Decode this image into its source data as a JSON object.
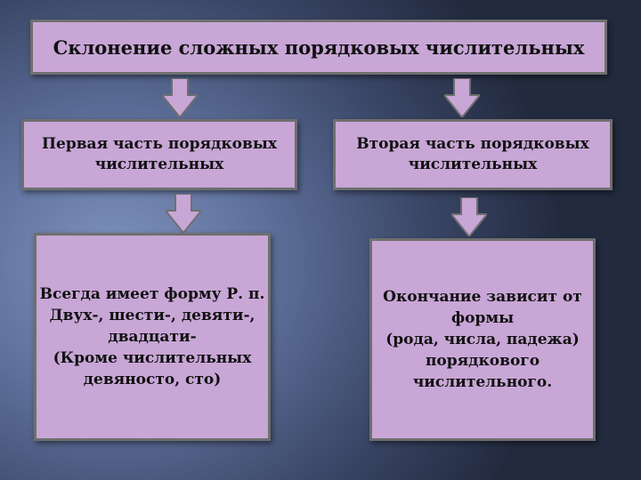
{
  "diagram": {
    "title": "Склонение сложных порядковых числительных",
    "left_branch": {
      "heading": "Первая часть порядковых\nчислительных",
      "detail": "Всегда имеет форму Р. п.\nДвух-, шести-, девяти-, двадцати-\n(Кроме числительных девяносто, сто)"
    },
    "right_branch": {
      "heading": "Вторая часть порядковых\nчислительных",
      "detail": "Окончание зависит от формы\n(рода, числа, падежа) порядкового числительного."
    },
    "colors": {
      "box_fill": "#c8a6d6",
      "box_border": "#6f6f6f",
      "arrow_fill": "#c8a6d6"
    },
    "icons": [
      "arrow-down-icon"
    ]
  }
}
